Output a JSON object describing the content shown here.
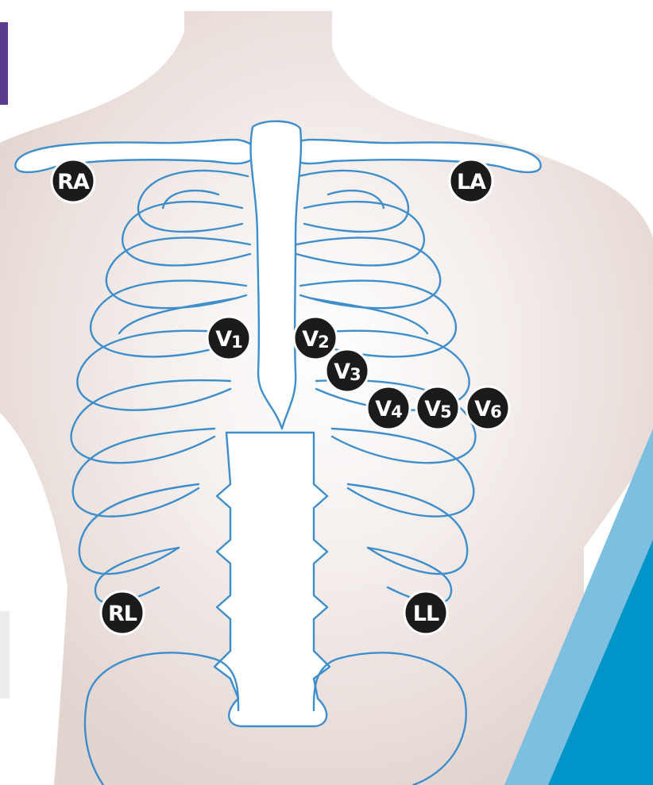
{
  "colors": {
    "skin": "#e8ddd9",
    "skin_shadow": "#d9c9c3",
    "bone_outline": "#3e8ecc",
    "electrode_fill": "#1c1a1a",
    "electrode_text": "#ffffff",
    "accent_purple": "#5b3a8f",
    "accent_blue_light": "#7dbfe0",
    "accent_blue_dark": "#0095c8"
  },
  "electrodes": [
    {
      "id": "ra",
      "label": "RA",
      "sub": ""
    },
    {
      "id": "la",
      "label": "LA",
      "sub": ""
    },
    {
      "id": "v1",
      "label": "V",
      "sub": "1"
    },
    {
      "id": "v2",
      "label": "V",
      "sub": "2"
    },
    {
      "id": "v3",
      "label": "V",
      "sub": "3"
    },
    {
      "id": "v4",
      "label": "V",
      "sub": "4"
    },
    {
      "id": "v5",
      "label": "V",
      "sub": "5"
    },
    {
      "id": "v6",
      "label": "V",
      "sub": "6"
    },
    {
      "id": "rl",
      "label": "RL",
      "sub": ""
    },
    {
      "id": "ll",
      "label": "LL",
      "sub": ""
    }
  ]
}
